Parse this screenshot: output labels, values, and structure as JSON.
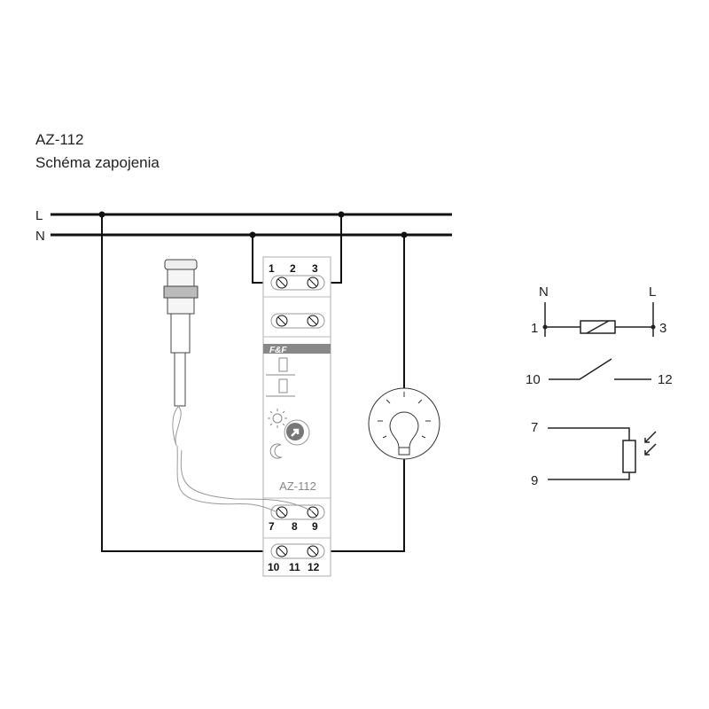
{
  "header": {
    "title": "AZ-112",
    "subtitle": "Schéma zapojenia"
  },
  "bus": {
    "line": "L",
    "neutral": "N"
  },
  "device": {
    "brand": "F&F",
    "model": "AZ-112",
    "top_terminals": [
      "1",
      "2",
      "3"
    ],
    "sensor_terminals": [
      "7",
      "8",
      "9"
    ],
    "output_terminals": [
      "10",
      "11",
      "12"
    ]
  },
  "schematic": {
    "supply_left": "N",
    "supply_right": "L",
    "coil_left": "1",
    "coil_right": "3",
    "contact_left": "10",
    "contact_right": "12",
    "sensor_top": "7",
    "sensor_bottom": "9"
  }
}
